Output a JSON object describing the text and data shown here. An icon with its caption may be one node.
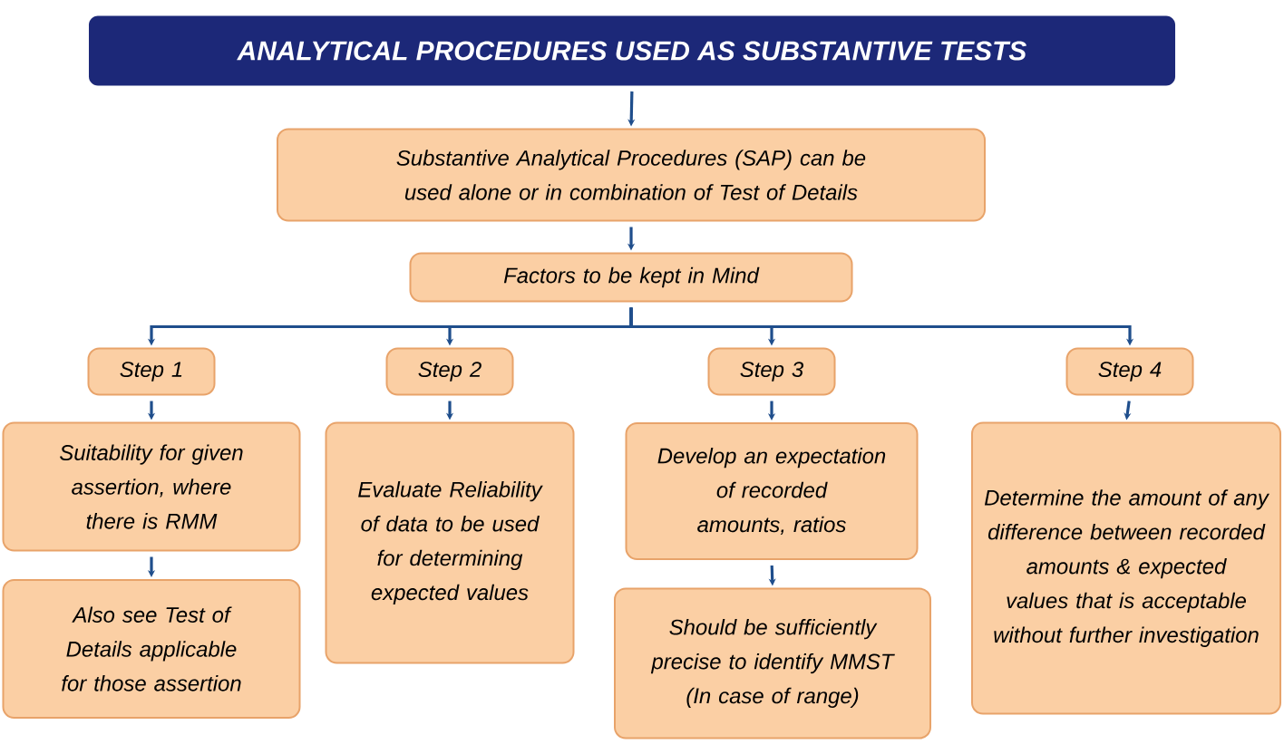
{
  "diagram": {
    "title": "ANALYTICAL PROCEDURES USED AS SUBSTANTIVE TESTS",
    "nodes": [
      {
        "text": [
          "Substantive Analytical Procedures (SAP) can be used alone or in combination of Test of Details"
        ]
      },
      {
        "text": [
          "Factors to be kept in Mind"
        ]
      },
      {
        "text": [
          "Step 1"
        ]
      },
      {
        "text": [
          "Step 2"
        ]
      },
      {
        "text": [
          "Step 3"
        ]
      },
      {
        "text": [
          "Step 4"
        ]
      },
      {
        "text": [
          "Suitability for given assertion, where there is RMM"
        ]
      },
      {
        "text": [
          "Also see Test of Details applicable for those assertion"
        ]
      },
      {
        "text": [
          "Evaluate Reliability of data to be used for determining expected values"
        ]
      },
      {
        "text": [
          "Develop an expectation of recorded amounts, ratios"
        ]
      },
      {
        "text": [
          "Should be sufficiently precise to identify MMST (In case of range)"
        ]
      },
      {
        "text": [
          "Determine the amount of any difference between recorded amounts & expected values that is acceptable without further investigation"
        ]
      }
    ],
    "edges": [
      {
        "from": null,
        "to": 0,
        "arrow": "to"
      },
      {
        "from": 0,
        "to": 1,
        "arrow": "to"
      },
      {
        "from": 1,
        "to": 2,
        "arrow": "to"
      },
      {
        "from": 1,
        "to": 3,
        "arrow": "to"
      },
      {
        "from": 1,
        "to": 4,
        "arrow": "to"
      },
      {
        "from": 1,
        "to": 5,
        "arrow": "to"
      },
      {
        "from": 2,
        "to": 6,
        "arrow": "to"
      },
      {
        "from": 6,
        "to": 7,
        "arrow": "to"
      },
      {
        "from": 3,
        "to": 8,
        "arrow": "to"
      },
      {
        "from": 4,
        "to": 9,
        "arrow": "to"
      },
      {
        "from": 9,
        "to": 10,
        "arrow": "to"
      },
      {
        "from": 5,
        "to": 11,
        "arrow": "to"
      }
    ]
  }
}
